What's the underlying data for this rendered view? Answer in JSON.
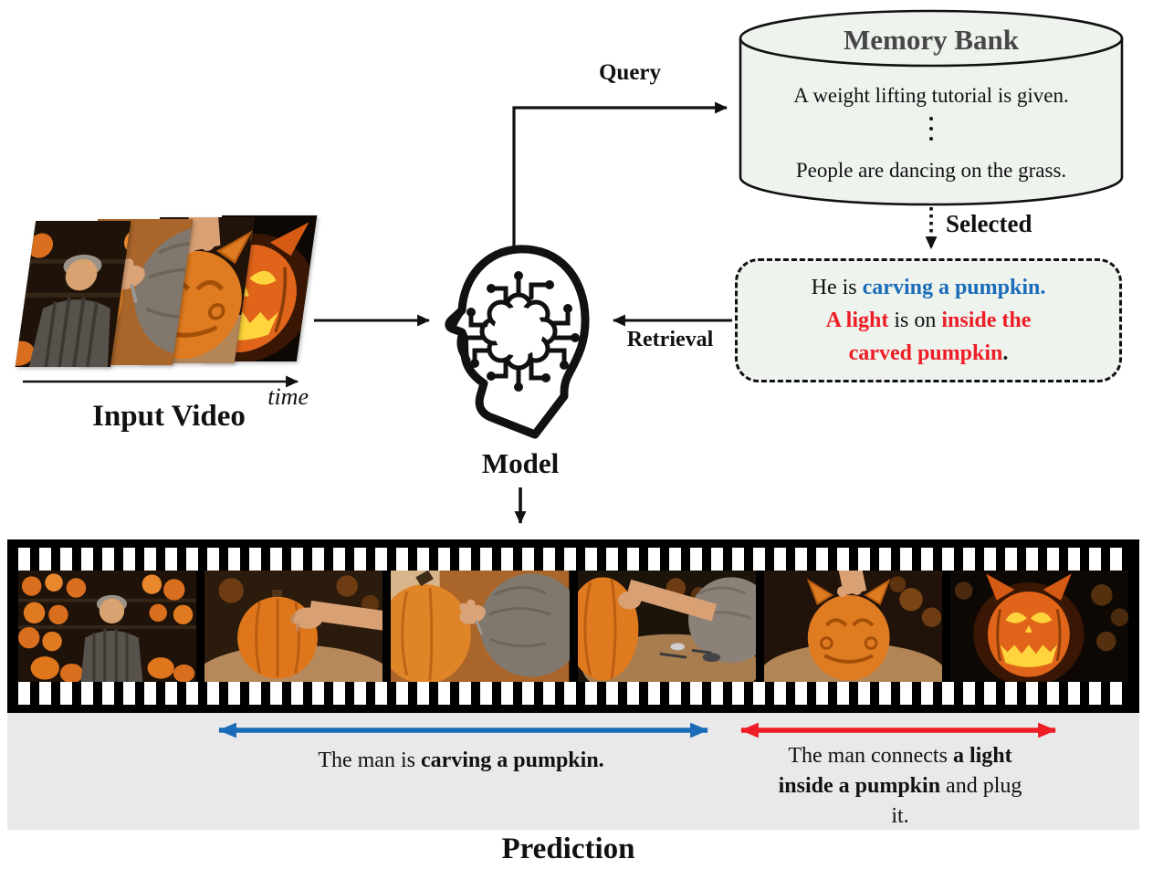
{
  "figure": {
    "memory_bank": {
      "title": "Memory Bank",
      "entry_top": "A weight lifting tutorial is given.",
      "ellipsis": "⋮",
      "entry_bottom": "People are dancing on the grass."
    },
    "flow_labels": {
      "query": "Query",
      "selected": "Selected",
      "retrieval": "Retrieval",
      "model": "Model",
      "input_video": "Input Video",
      "time": "time",
      "prediction": "Prediction"
    },
    "selected_box": {
      "l1a": "He is ",
      "l1b": "carving a pumpkin.",
      "l2a": "A light",
      "l2b": " is on ",
      "l2c": "inside the",
      "l3a": "carved pumpkin",
      "l3b": "."
    },
    "prediction_captions": {
      "blue_a": "The man is ",
      "blue_b": "carving a pumpkin.",
      "red_a": "The man connects ",
      "red_b": "a light",
      "red_c": "inside a pumpkin",
      "red_d": " and plug",
      "red_e": "it."
    },
    "input_video_frames": [
      "man-talking-among-pumpkins",
      "hands-carving-pumpkin-closeup",
      "carved-cat-pumpkin-displayed",
      "glowing-cat-jack-o-lantern"
    ],
    "film_strip_frames": [
      "man-talking-among-pumpkins",
      "pumpkin-on-table-with-hand",
      "hands-carving-pumpkin-closeup",
      "man-carving-with-tools",
      "carved-cat-pumpkin-held",
      "glowing-cat-jack-o-lantern"
    ],
    "colors": {
      "accent_blue": "#1b6cb8",
      "accent_red": "#ee1c25",
      "panel_fill": "#eef3ee",
      "caption_bg": "#e9e9e9"
    }
  }
}
